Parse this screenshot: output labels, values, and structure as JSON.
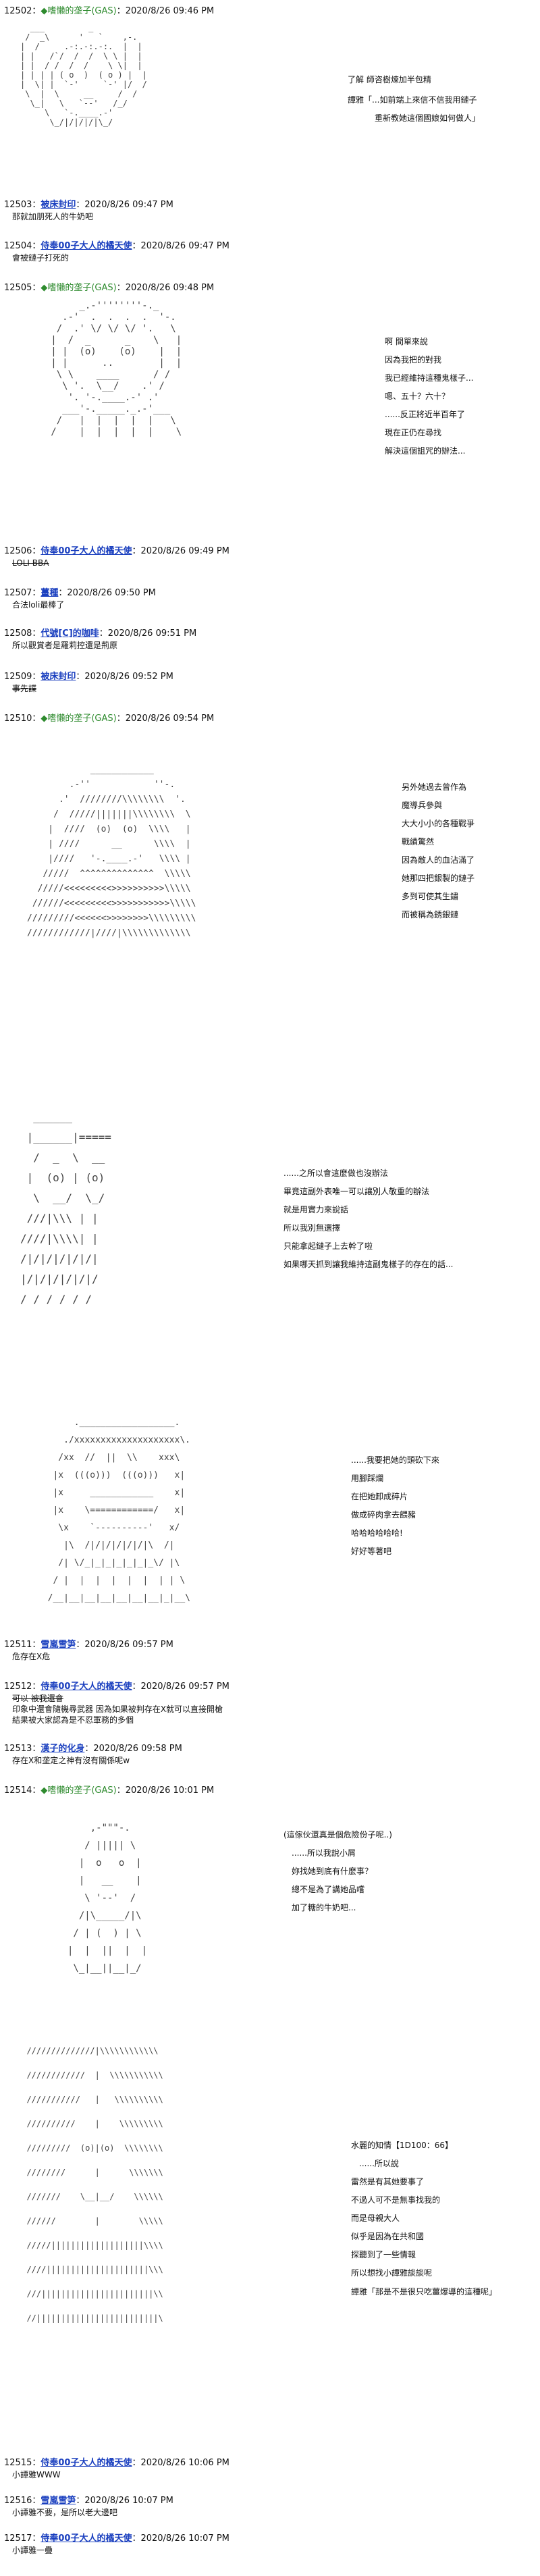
{
  "posts": [
    {
      "num": "12502：",
      "name": "嗜懶的垄子(GAS)",
      "date": "：2020/8/26 09:46 PM",
      "body": ""
    },
    {
      "num": "12503：",
      "name": "被床封印",
      "date": "：2020/8/26 09:47 PM",
      "body": "那就加朋死人的牛奶吧"
    },
    {
      "num": "12504：",
      "name": "侍奉00子大人的橘天使",
      "date": "：2020/8/26 09:47 PM",
      "body": "會被鏈子打死的"
    },
    {
      "num": "12505：",
      "name": "嗜懶的垄子(GAS)",
      "date": "：2020/8/26 09:48 PM",
      "body": ""
    },
    {
      "num": "12506：",
      "name": "侍奉00子大人的橘天使",
      "date": "：2020/8/26 09:49 PM",
      "body": "LOLI BBA"
    },
    {
      "num": "12507：",
      "name": "薑種",
      "date": "：2020/8/26 09:50 PM",
      "body": "合法loli最棒了"
    },
    {
      "num": "12508：",
      "name": "代號[C]的咖啡",
      "date": "：2020/8/26 09:51 PM",
      "body": "所以觀賞者是羅莉控還是荊原"
    },
    {
      "num": "12509：",
      "name": "被床封印",
      "date": "：2020/8/26 09:52 PM",
      "body": "事先諜"
    },
    {
      "num": "12510：",
      "name": "嗜懶的垄子(GAS)",
      "date": "：2020/8/26 09:54 PM",
      "body": ""
    },
    {
      "num": "12511：",
      "name": "雪嵐雪笋",
      "date": "：2020/8/26 09:57 PM",
      "body": "危存在X危"
    },
    {
      "num": "12512：",
      "name": "侍奉00子大人的橘天使",
      "date": "：2020/8/26 09:57 PM",
      "body": "可以 被我還會"
    },
    {
      "num": "12513：",
      "name": "漢子的化身",
      "date": "：2020/8/26 09:58 PM",
      "body": "存在X和垄定之神有沒有關係呢w"
    },
    {
      "num": "12514：",
      "name": "嗜懶的垄子(GAS)",
      "date": "：2020/8/26 10:01 PM",
      "body": ""
    },
    {
      "num": "12515：",
      "name": "侍奉00子大人的橘天使",
      "date": "：2020/8/26 10:06 PM",
      "body": "小譚雅WWW"
    },
    {
      "num": "12516：",
      "name": "雪嵐雪笋",
      "date": "：2020/8/26 10:07 PM",
      "body": "小譚雅不要，是所以老大邊吧"
    },
    {
      "num": "12517：",
      "name": "侍奉00子大人的橘天使",
      "date": "：2020/8/26 10:07 PM",
      "body": "小譚雅一疊"
    }
  ],
  "post12512_extra": [
    "印象中還會隨機尋武器 因為如果被判存在X就可以直接開槍",
    "結果被大家認為是不忍軍務的多個"
  ],
  "dialogs": {
    "d1": [
      "了解 師咨樹煉加半包精",
      "譚雅「...如前端上來信不信我用鏈子",
      "重新教她這個國娘如何做人」"
    ],
    "d2": [
      "啊 間單來說",
      "因為我把的對我",
      "我已經維持這種鬼樣子...",
      "嗯、五十？六十？",
      "......反正將近半百年了",
      "現在正仍在尋找",
      "解決這個詛咒的辦法..."
    ],
    "d3": [
      "另外她過去曾作為",
      "魔導兵參與",
      "大大小小的各種戰爭",
      "戰績驚然",
      "因為敵人的血沾滿了",
      "她那四把銀製的鏈子",
      "多到可使其生鏽",
      "而被稱為銹銀鏈"
    ],
    "d4": [
      "......之所以會這麼做也沒辦法",
      "畢竟這副外表唯一可以讓別人敬重的辦法",
      "就是用實力來說話",
      "所以我別無選擇",
      "只能拿起鏈子上去幹了啦",
      "如果哪天抓到讓我維持這副鬼樣子的存在的話..."
    ],
    "d5": [
      "......我要把她的頭砍下來",
      "用腳踩爛",
      "在把她卸成碎片",
      "做成碎肉拿去餵豬",
      "哈哈哈哈哈哈!",
      "好好等著吧"
    ],
    "d6": [
      "(這傢伙還真是個危險份子呢..)",
      "......所以我說小屑",
      "妳找她到底有什麼事？",
      "總不是為了講她品嚐",
      "加了糖的牛奶吧..."
    ],
    "d7": [
      "水麗的知情【1D100：66】",
      "......所以說",
      "雷然是有其她要事了",
      "不過人可不是無事找我的",
      "而是母親大人",
      "似乎是因為在共和國",
      "探聽到了一些情報",
      "所以想找小譚雅談談呢",
      "譚雅「那是不是很只吃薑爆導的這種呢」"
    ]
  },
  "art": {
    "a1": "  ___         _\n /  _\\      '   `    ,-.\n|  /     .-:.-:.-:.  |  |\n| |   /`/  /  /  \\ \\ |  |\n| |  / /  /  /    \\ \\|  |\n| | | | ( o  )  ( o ) |  |\n|  \\| |  `-'     `-' |/  /\n \\  |  \\     __     /  /\n  \\_|   \\   `--'   /_/\n     \\   `-.____.-'\n      \\_/|/|/|/|\\_/",
    "a2": "        _.-''''''''-._\n     .-'  .  .  .  .  '-.\n    /  .' \\/ \\/ \\/ '.   \\\n   |  /  _      _    \\   |\n   | |  (o)    (o)    |  |\n   | |      ..        |  |\n    \\ \\    ____      / /\n     \\ '.  \\__/    .' /\n      '. '-.____.-' .'\n     ___'-._____._.-'___\n    /   |  |  |  |  |   \\\n   /    |  |  |  |  |    \\",
    "a3": "            ____________\n        .-''            ''-.\n      .'  ////////\\\\\\\\\\\\\\\\  '.\n     /  /////|||||||\\\\\\\\\\\\\\\\  \\\n    |  ////  (o)  (o)  \\\\\\\\   |\n    | ////      __      \\\\\\\\  |\n    |////   '-.____.-'   \\\\\\\\ |\n   /////  ^^^^^^^^^^^^^^  \\\\\\\\\\\n  /////<<<<<<<<<>>>>>>>>>>\\\\\\\\\\\n //////<<<<<<<<<>>>>>>>>>>>\\\\\\\\\\\n/////////<<<<<<>>>>>>>>\\\\\\\\\\\\\\\\\\\n////////////|////|\\\\\\\\\\\\\\\\\\\\\\\\\\",
    "a4": "  ______\n |______|=====\n  /  _  \\  __\n |  (o) | (o)\n  \\  __/  \\_/\n ///|\\\\\\ | |\n////|\\\\\\\\| |\n/|/|/|/|/|/|\n|/|/|/|/|/|/\n/ / / / / /",
    "a5": "       .__________________.\n     ./xxxxxxxxxxxxxxxxxxxx\\.\n    /xx  //  ||  \\\\    xxx\\\n   |x  (((o)))  (((o)))   x|\n   |x     ____________    x|\n   |x    \\============/   x|\n    \\x    `----------'   x/\n     |\\  /|/|/|/|/|/|\\  /|\n    /| \\/_|_|_|_|_|_|_\\/ |\\\n   / |  |  |  |  |  |  | | \\\n  /__|__|__|__|__|__|__|_|__\\",
    "a6": "    ,-\"\"\"-.\n   / ||||| \\\n  |  o   o  |\n  |   __    |\n   \\ '--'  /\n  /|\\_____/|\\\n / | (  ) | \\\n|  |  ||  |  |\n \\_|__||__|_/",
    "a7": "  //////////////|\\\\\\\\\\\\\\\\\\\\\\\\\n  ////////////  |  \\\\\\\\\\\\\\\\\\\\\\\n  ///////////   |   \\\\\\\\\\\\\\\\\\\\\n  //////////    |    \\\\\\\\\\\\\\\\\\\n  /////////  (o)|(o)  \\\\\\\\\\\\\\\\\n  ////////      |      \\\\\\\\\\\\\\\n  ///////    \\__|__/    \\\\\\\\\\\\\n  //////        |        \\\\\\\\\\\n  /////|||||||||||||||||||\\\\\\\\\n  ////|||||||||||||||||||||\\\\\\\n  ///|||||||||||||||||||||||\\\\\n  //|||||||||||||||||||||||||\\"
  }
}
